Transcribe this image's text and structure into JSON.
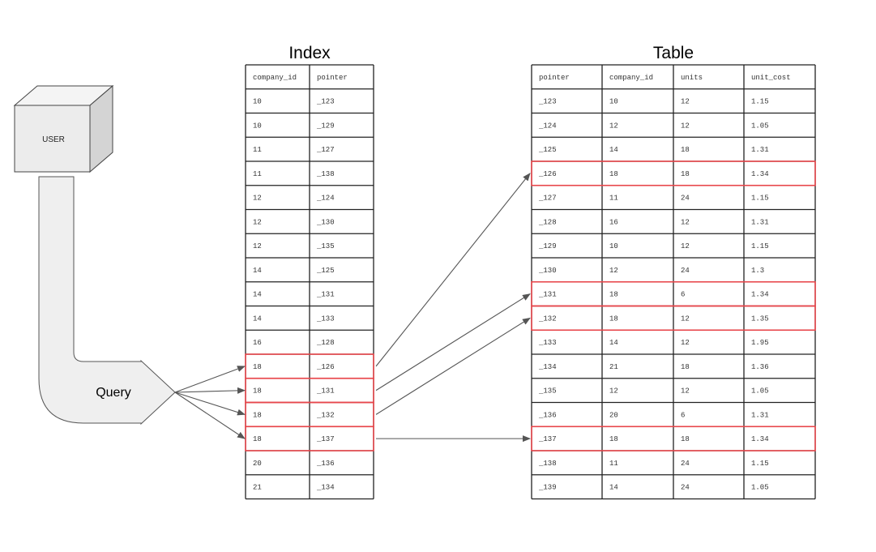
{
  "user_label": "USER",
  "query_label": "Query",
  "index": {
    "title": "Index",
    "columns": [
      "company_id",
      "pointer"
    ],
    "rows": [
      [
        "10",
        "_123"
      ],
      [
        "10",
        "_129"
      ],
      [
        "11",
        "_127"
      ],
      [
        "11",
        "_138"
      ],
      [
        "12",
        "_124"
      ],
      [
        "12",
        "_130"
      ],
      [
        "12",
        "_135"
      ],
      [
        "14",
        "_125"
      ],
      [
        "14",
        "_131"
      ],
      [
        "14",
        "_133"
      ],
      [
        "16",
        "_128"
      ],
      [
        "18",
        "_126"
      ],
      [
        "18",
        "_131"
      ],
      [
        "18",
        "_132"
      ],
      [
        "18",
        "_137"
      ],
      [
        "20",
        "_136"
      ],
      [
        "21",
        "_134"
      ]
    ],
    "highlighted_rows": [
      11,
      12,
      13,
      14
    ]
  },
  "table": {
    "title": "Table",
    "columns": [
      "pointer",
      "company_id",
      "units",
      "unit_cost"
    ],
    "rows": [
      [
        "_123",
        "10",
        "12",
        "1.15"
      ],
      [
        "_124",
        "12",
        "12",
        "1.05"
      ],
      [
        "_125",
        "14",
        "18",
        "1.31"
      ],
      [
        "_126",
        "18",
        "18",
        "1.34"
      ],
      [
        "_127",
        "11",
        "24",
        "1.15"
      ],
      [
        "_128",
        "16",
        "12",
        "1.31"
      ],
      [
        "_129",
        "10",
        "12",
        "1.15"
      ],
      [
        "_130",
        "12",
        "24",
        "1.3"
      ],
      [
        "_131",
        "18",
        "6",
        "1.34"
      ],
      [
        "_132",
        "18",
        "12",
        "1.35"
      ],
      [
        "_133",
        "14",
        "12",
        "1.95"
      ],
      [
        "_134",
        "21",
        "18",
        "1.36"
      ],
      [
        "_135",
        "12",
        "12",
        "1.05"
      ],
      [
        "_136",
        "20",
        "6",
        "1.31"
      ],
      [
        "_137",
        "18",
        "18",
        "1.34"
      ],
      [
        "_138",
        "11",
        "24",
        "1.15"
      ],
      [
        "_139",
        "14",
        "24",
        "1.05"
      ]
    ],
    "highlighted_rows": [
      3,
      8,
      9,
      14
    ]
  },
  "pointer_links": [
    {
      "from_index_row": 11,
      "to_table_row": 3
    },
    {
      "from_index_row": 12,
      "to_table_row": 8
    },
    {
      "from_index_row": 13,
      "to_table_row": 9
    },
    {
      "from_index_row": 14,
      "to_table_row": 14
    }
  ],
  "colors": {
    "highlight": "#e8474c",
    "grid": "#222222",
    "arrow": "#555555",
    "user_box_front": "#ececec",
    "user_box_top": "#f4f4f4",
    "user_box_side": "#d4d4d4",
    "query_arrow_fill": "#efefef"
  }
}
